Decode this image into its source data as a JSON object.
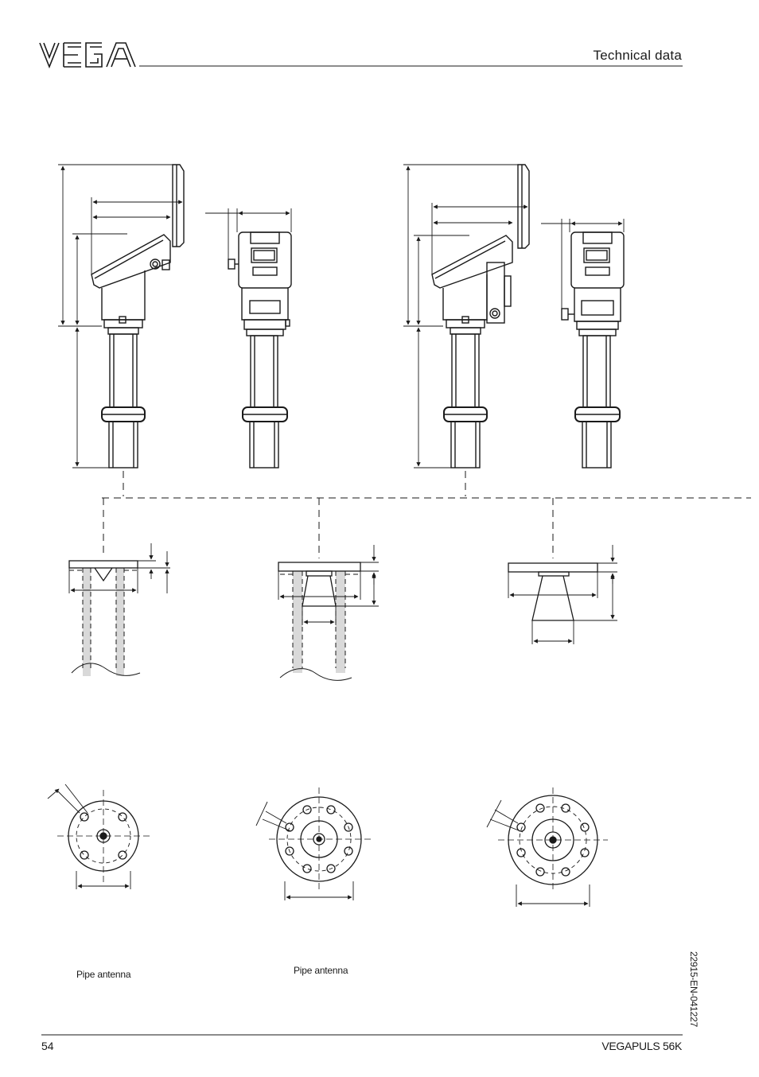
{
  "header": {
    "logo_text": "VEGA",
    "section_title": "Technical data"
  },
  "captions": {
    "left": "Pipe antenna",
    "middle": "Pipe antenna"
  },
  "sidebar": {
    "document_id": "22915-EN-041227"
  },
  "footer": {
    "page_number": "54",
    "product_name": "VEGAPULS 56K"
  },
  "colors": {
    "line": "#1a1a1a",
    "shading": "#d9d9d9",
    "background": "#ffffff"
  }
}
